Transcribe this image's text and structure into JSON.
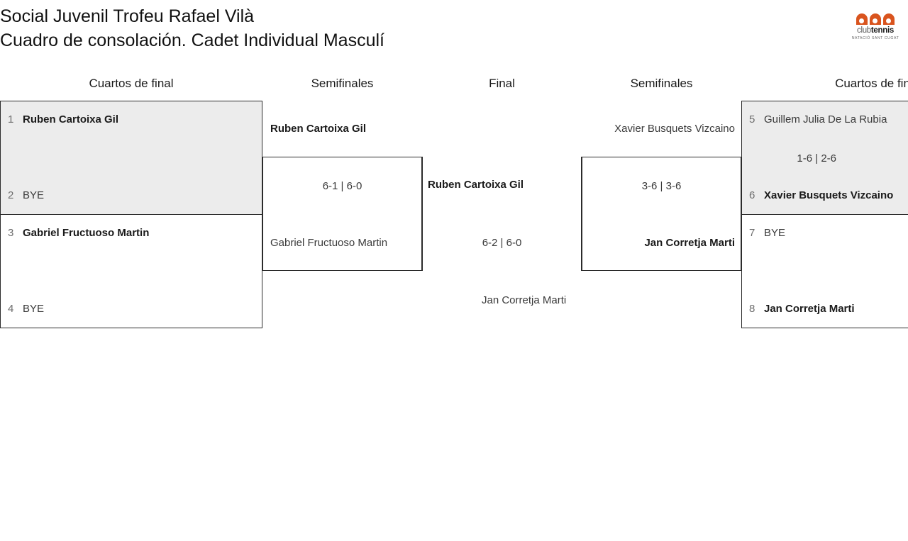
{
  "header": {
    "title_line1": "Social Juvenil Trofeu Rafael Vilà",
    "title_line2": "Cuadro de consolación. Cadet Individual Masculí",
    "logo": {
      "mark_name": "club-tennis-arches-logo",
      "word_club": "club",
      "word_tennis": "tennis",
      "subtitle": "NATACIÓ SANT CUGAT",
      "accent_color": "#d9541e"
    }
  },
  "rounds": [
    {
      "label": "Cuartos de final"
    },
    {
      "label": "Semifinales"
    },
    {
      "label": "Final"
    },
    {
      "label": "Semifinales"
    },
    {
      "label": "Cuartos de fin"
    }
  ],
  "bracket": {
    "left_quarterfinals": [
      {
        "shaded": true,
        "top": {
          "seed": "1",
          "name": "Ruben Cartoixa Gil",
          "result": "winner"
        },
        "bottom": {
          "seed": "2",
          "name": "BYE",
          "result": "bye"
        },
        "score": ""
      },
      {
        "shaded": false,
        "top": {
          "seed": "3",
          "name": "Gabriel Fructuoso Martin",
          "result": "winner"
        },
        "bottom": {
          "seed": "4",
          "name": "BYE",
          "result": "bye"
        },
        "score": ""
      }
    ],
    "left_semifinal": {
      "winner_above": {
        "name": "Ruben Cartoixa Gil",
        "result": "winner"
      },
      "loser_inside": {
        "name": "Gabriel Fructuoso Martin",
        "result": "loser"
      },
      "score": "6-1 | 6-0"
    },
    "final": {
      "winner_above": {
        "name": "Ruben Cartoixa Gil",
        "result": "winner"
      },
      "loser_below": {
        "name": "Jan Corretja Marti",
        "result": "loser"
      },
      "score": "6-2 | 6-0"
    },
    "right_semifinal": {
      "loser_above": {
        "name": "Xavier Busquets Vizcaino",
        "result": "loser"
      },
      "winner_inside": {
        "name": "Jan Corretja Marti",
        "result": "winner"
      },
      "score": "3-6 | 3-6"
    },
    "right_quarterfinals": [
      {
        "shaded": true,
        "top": {
          "seed": "5",
          "name": "Guillem Julia De La Rubia",
          "result": "loser"
        },
        "bottom": {
          "seed": "6",
          "name": "Xavier Busquets Vizcaino",
          "result": "winner"
        },
        "score": "1-6 | 2-6"
      },
      {
        "shaded": false,
        "top": {
          "seed": "7",
          "name": "BYE",
          "result": "bye"
        },
        "bottom": {
          "seed": "8",
          "name": "Jan Corretja Marti",
          "result": "winner"
        },
        "score": ""
      }
    ]
  }
}
